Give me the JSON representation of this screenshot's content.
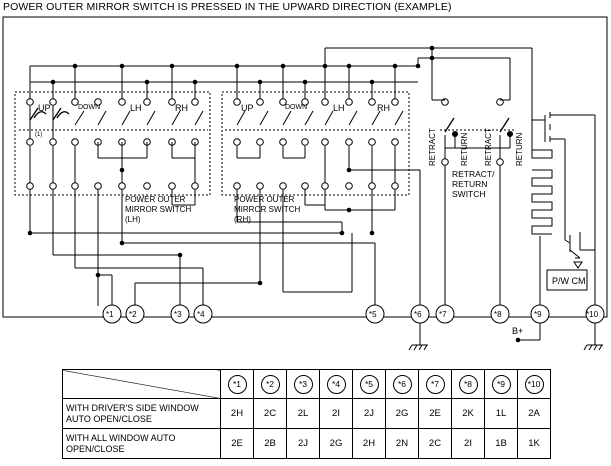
{
  "title": "POWER OUTER MIRROR SWITCH IS PRESSED IN THE UPWARD DIRECTION (EXAMPLE)",
  "switch_lh": {
    "label_line1": "POWER OUTER",
    "label_line2": "MIRROR SWITCH",
    "label_line3": "(LH)",
    "up": "UP",
    "down": "DOWN",
    "lh": "LH",
    "rh": "RH",
    "note": "(1)"
  },
  "switch_rh": {
    "label_line1": "POWER OUTER",
    "label_line2": "MIRROR SWITCH",
    "label_line3": "(RH)",
    "up": "UP",
    "down": "DOWN",
    "lh": "LH",
    "rh": "RH"
  },
  "retract_switch": {
    "retract": "RETRACT",
    "return": "RETURN",
    "label_line1": "RETRACT/",
    "label_line2": "RETURN",
    "label_line3": "SWITCH"
  },
  "pwcm": "P/W CM",
  "battery": "B+",
  "terminals": [
    "*1",
    "*2",
    "*3",
    "*4",
    "*5",
    "*6",
    "*7",
    "*8",
    "*9",
    "*10"
  ],
  "table": {
    "headers": [
      "*1",
      "*2",
      "*3",
      "*4",
      "*5",
      "*6",
      "*7",
      "*8",
      "*9",
      "*10"
    ],
    "rows": [
      {
        "label_line1": "WITH DRIVER'S SIDE WINDOW",
        "label_line2": "AUTO OPEN/CLOSE",
        "cells": [
          "2H",
          "2C",
          "2L",
          "2I",
          "2J",
          "2G",
          "2E",
          "2K",
          "1L",
          "2A"
        ]
      },
      {
        "label_line1": "WITH ALL WINDOW AUTO",
        "label_line2": "OPEN/CLOSE",
        "cells": [
          "2E",
          "2B",
          "2J",
          "2G",
          "2H",
          "2N",
          "2C",
          "2I",
          "1B",
          "1K"
        ]
      }
    ]
  }
}
